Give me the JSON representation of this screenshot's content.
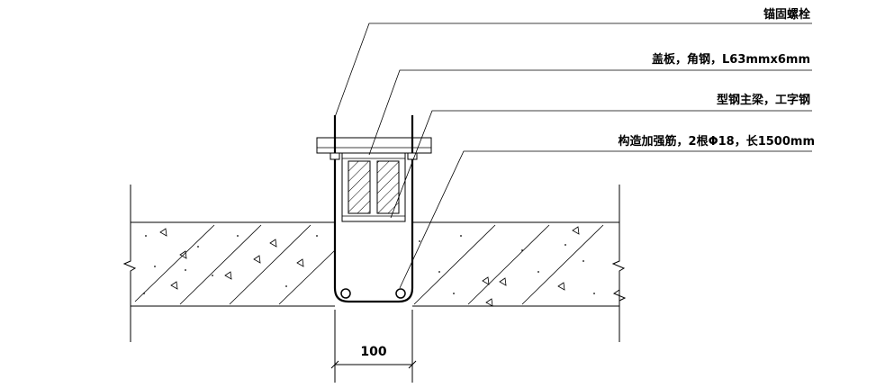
{
  "labels": {
    "anchor_bolt": "锚固螺栓",
    "cover_plate": "盖板，角钢，L63mmx6mm",
    "main_beam": "型钢主梁，工字钢",
    "rebar": "构造加强筋，2根Φ18，长1500mm"
  },
  "dimension": {
    "width": "100"
  },
  "colors": {
    "line": "#000000",
    "background": "#ffffff"
  }
}
